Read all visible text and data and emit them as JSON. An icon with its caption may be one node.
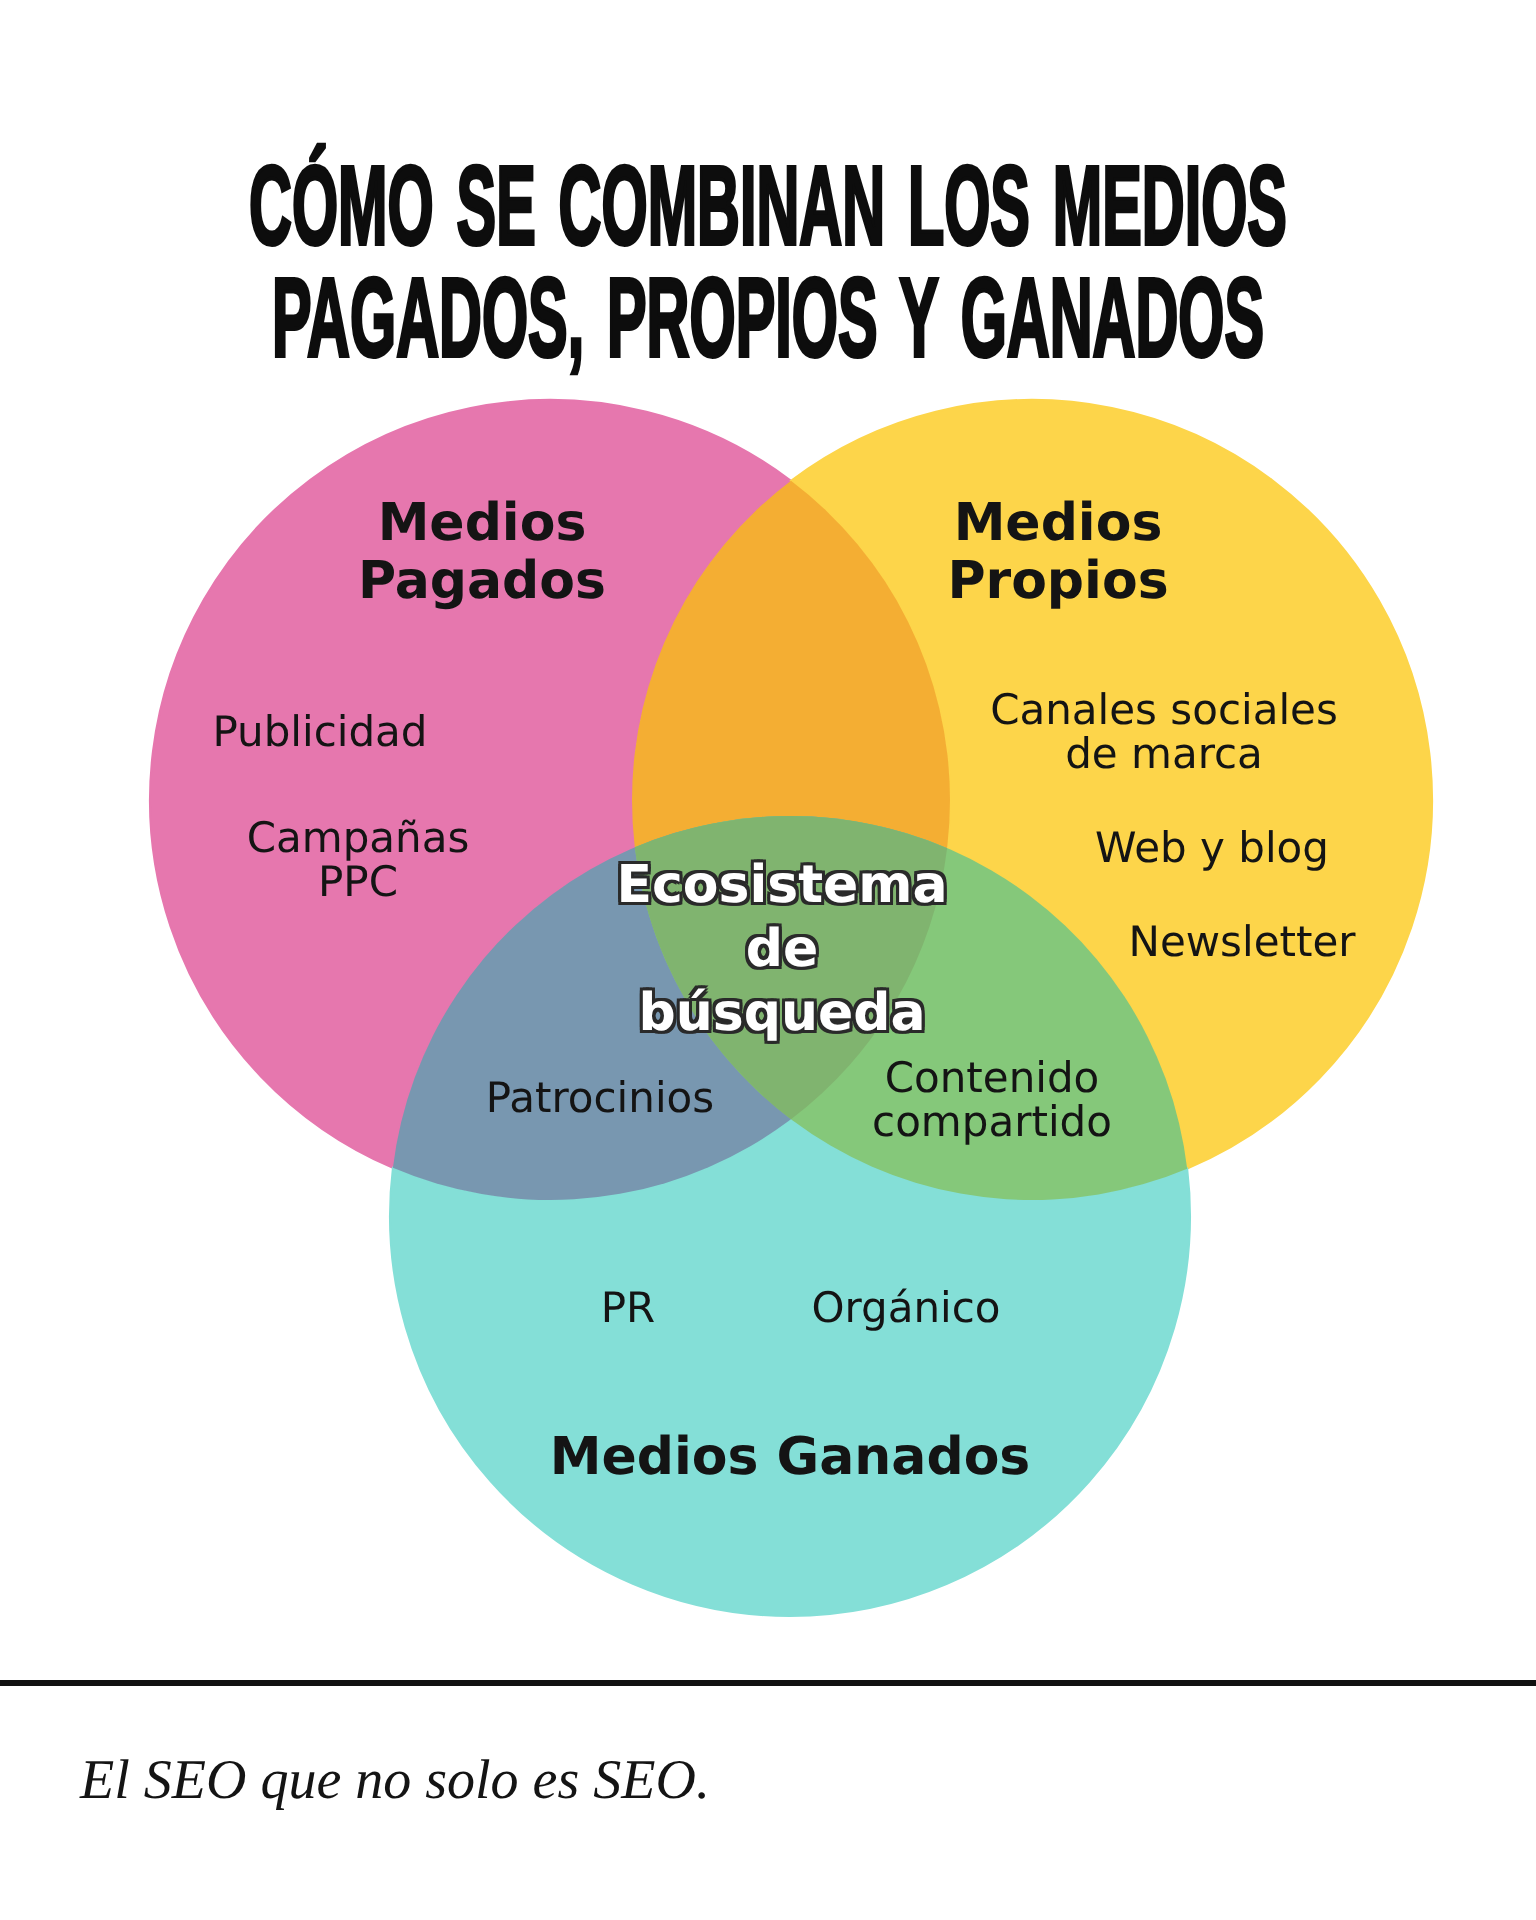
{
  "diagram": {
    "title": "**CÓMO SE COMBINAN** LOS MEDIOS PAGADOS, PROPIOS Y GANADOS",
    "nodes": [
      {
        "text": [
          "Medios Pagados",
          "Publicidad",
          "Campañas PPC"
        ]
      },
      {
        "text": [
          "Medios Propios",
          "Canales sociales de marca",
          "Web y blog",
          "Newsletter"
        ]
      },
      {
        "text": [
          "PR",
          "Orgánico",
          "Medios Ganados"
        ]
      }
    ],
    "labels": [
      "Ecosistema de búsqueda",
      "Patrocinios",
      "Contenido compartido",
      "El SEO que no solo es SEO."
    ]
  }
}
